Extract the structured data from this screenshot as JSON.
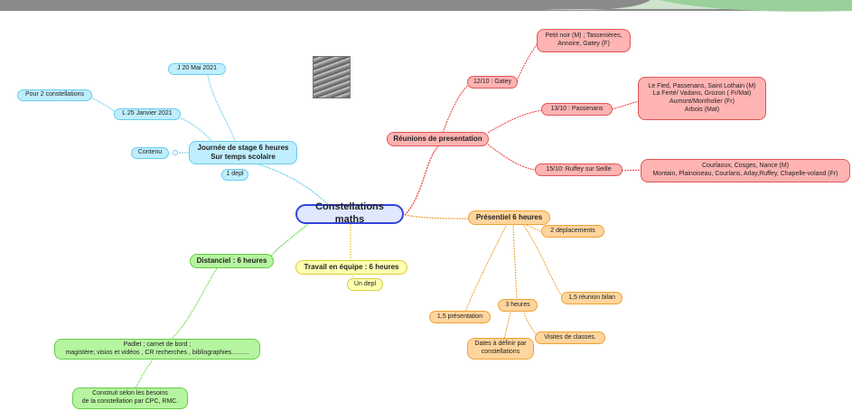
{
  "center": "Constellations maths",
  "left_branch": {
    "title": "Journée de stage  6 heures\nSur temps scolaire",
    "depl": "1  depl",
    "date1": "J 20 Mai 2021",
    "date2": "L 25 Janvier 2021",
    "pour": "Pour 2 constellations",
    "contenu": "Contenu"
  },
  "reunions": {
    "title": "Réunions de presentation",
    "gatey": "12/10 : Gatey",
    "gatey_detail": "Petit noir (M) ; Tassenières,\nAnnoire, Gatey (F)",
    "passenans": "13/10 : Passenans",
    "passenans_detail": "Le Fied, Passenans, Saint Lothain  (M)\nLa Ferté/ Vadans, Grozon ( Fr/Mat)\nAumont/Montholier (Fr)\nArbois (Mat)",
    "ruffey": "15/10: Ruffey sur Seille",
    "ruffey_detail": "Courlaoux, Cosges, Nance (M)\nMontain, Plainoiseau, Courlans, Arlay,Ruffey, Chapelle-voland (Fr)"
  },
  "presentiel": {
    "title": "Présentiel 6 heures",
    "deplacements": "2 déplacements",
    "bilan": "1,5 réunion bilan",
    "presentation": "1,5 présentation",
    "trois": "3 heures",
    "dates": "Dates à définir par\nconstellations",
    "visites": "Visites de classes."
  },
  "travail": {
    "title": "Travail en équipe : 6 heures",
    "depl": "Un depl"
  },
  "distanciel": {
    "title": "Distanciel : 6 heures",
    "padlet": "Padlet ; carnet de bord ;\nmagistère; visios et vidéos , CR recherches , bibliographies..........",
    "construit": "Construit selon les besoins\nde la constellation par CPC, RMC."
  },
  "colors": {
    "blue_line": "#66ccee",
    "red_line": "#ee3333",
    "orange_line": "#f0a030",
    "green_line": "#66dd44",
    "yellow_line": "#e0d040"
  }
}
